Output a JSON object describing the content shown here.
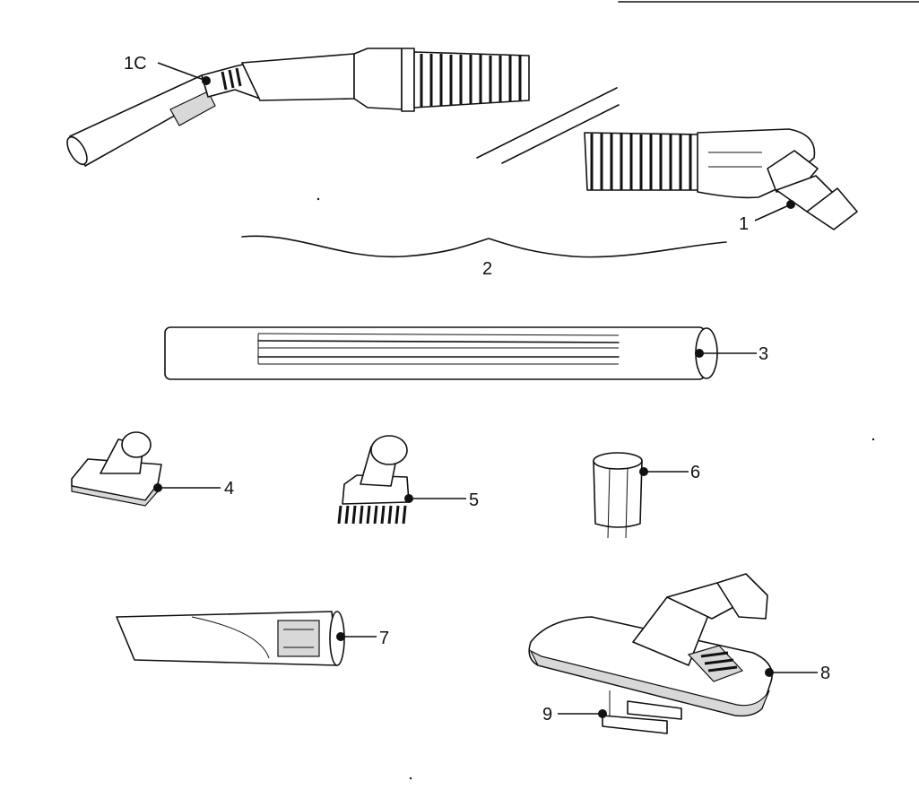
{
  "diagram": {
    "callouts": {
      "c1C": "1C",
      "c1": "1",
      "c2": "2",
      "c3": "3",
      "c4": "4",
      "c5": "5",
      "c6": "6",
      "c7": "7",
      "c8": "8",
      "c9": "9"
    },
    "parts": [
      "hose-handle-assembly",
      "hose-cuff",
      "hose-assembly",
      "extension-wand",
      "upholstery-tool",
      "dusting-brush",
      "adapter-sleeve",
      "crevice-tool",
      "floor-nozzle",
      "nozzle-strip"
    ]
  }
}
